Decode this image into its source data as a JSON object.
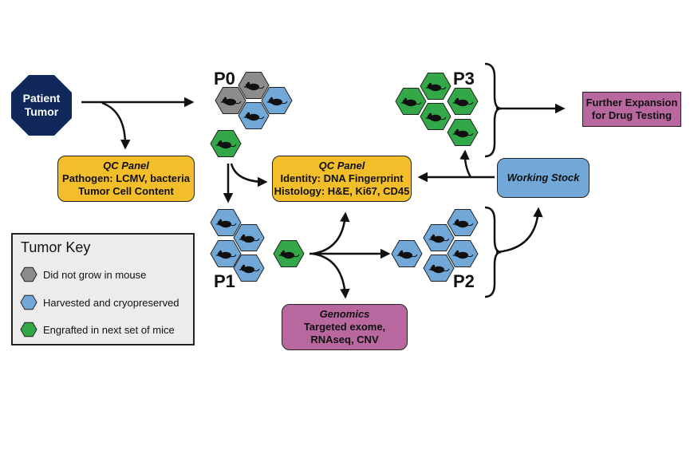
{
  "patient": {
    "line1": "Patient",
    "line2": "Tumor"
  },
  "stages": {
    "p0": "P0",
    "p1": "P1",
    "p2": "P2",
    "p3": "P3"
  },
  "qc_panel_left": {
    "title": "QC Panel",
    "line1": "Pathogen: LCMV, bacteria",
    "line2": "Tumor Cell Content"
  },
  "qc_panel_center": {
    "title": "QC Panel",
    "line1": "Identity: DNA Fingerprint",
    "line2": "Histology: H&E, Ki67, CD45"
  },
  "genomics": {
    "title": "Genomics",
    "line1": "Targeted exome,",
    "line2": "RNAseq, CNV"
  },
  "working_stock": "Working Stock",
  "further_expansion": {
    "line1": "Further Expansion",
    "line2": "for Drug Testing"
  },
  "tumor_key": {
    "title": "Tumor Key",
    "items": [
      {
        "label": "Did not grow in mouse",
        "color": "#8c8c8c"
      },
      {
        "label": "Harvested and cryopreserved",
        "color": "#71a8d8"
      },
      {
        "label": "Engrafted in next set of mice",
        "color": "#33a848"
      }
    ]
  },
  "colors": {
    "gray": "#8c8c8c",
    "blue": "#71a8d8",
    "green": "#33a848",
    "navy": "#10285a",
    "yellow": "#f2be2a",
    "purple": "#b8689f"
  }
}
